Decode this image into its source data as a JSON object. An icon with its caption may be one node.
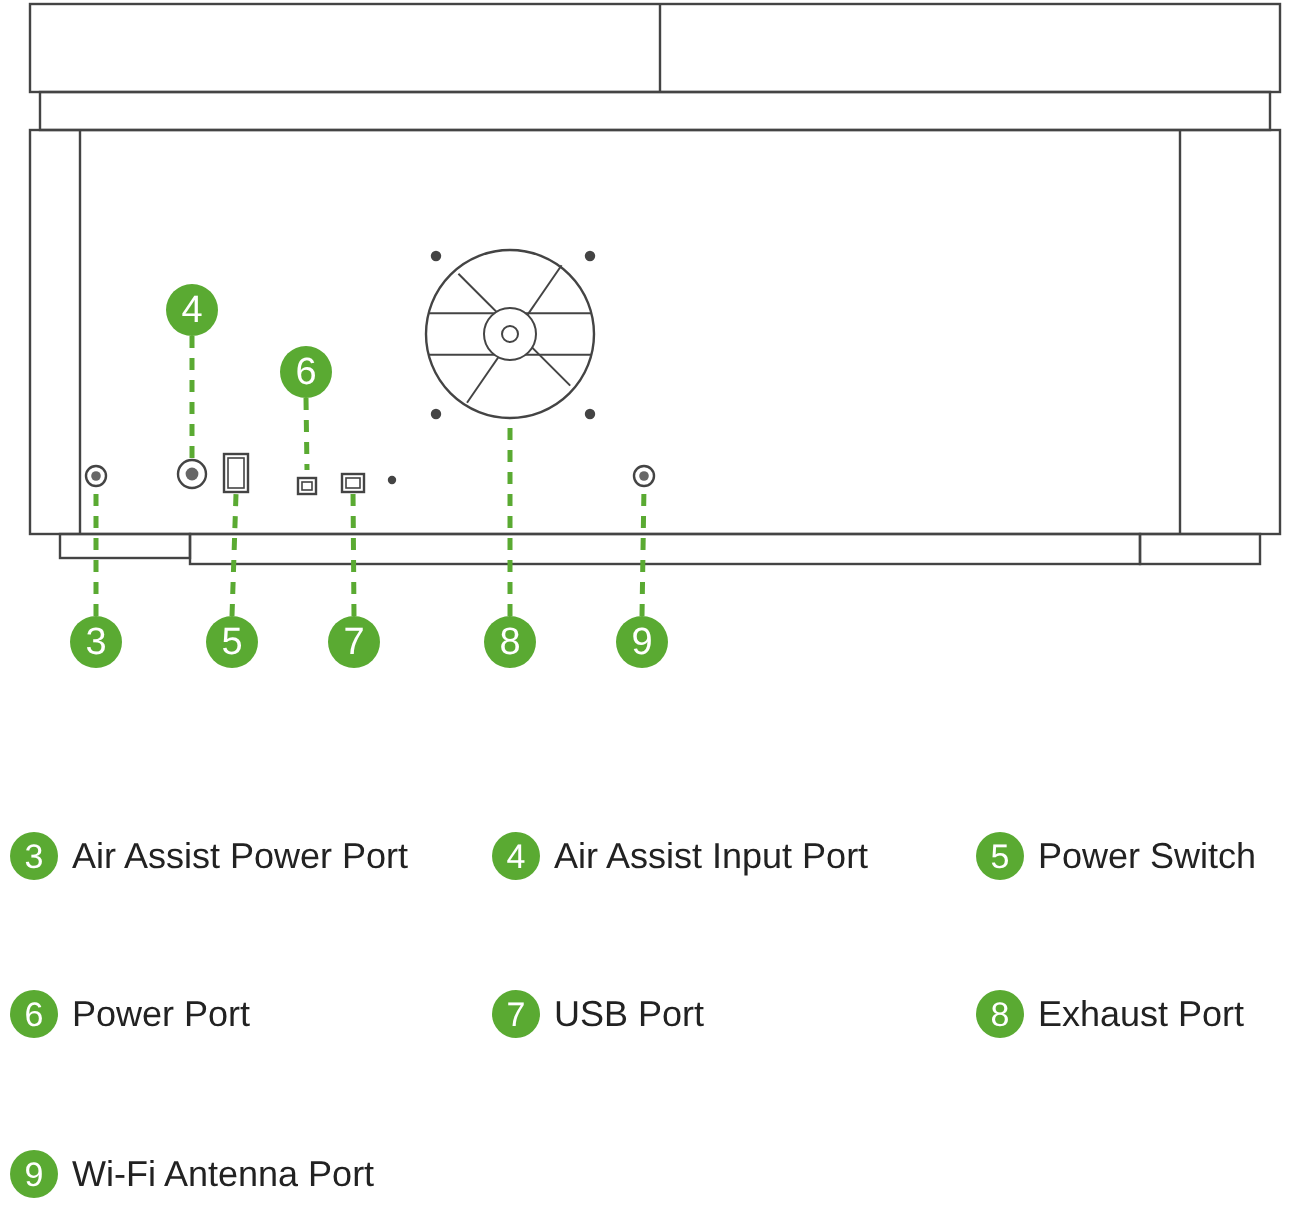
{
  "diagram": {
    "nodes": [
      {
        "text": [
          "3"
        ]
      },
      {
        "text": [
          "4"
        ]
      },
      {
        "text": [
          "5"
        ]
      },
      {
        "text": [
          "6"
        ]
      },
      {
        "text": [
          "7"
        ]
      },
      {
        "text": [
          "8"
        ]
      },
      {
        "text": [
          "9"
        ]
      },
      {
        "text": [],
        "shape": "circle"
      },
      {
        "text": [],
        "shape": "circle"
      },
      {
        "text": [],
        "shape": "box"
      },
      {
        "text": [],
        "shape": "box"
      },
      {
        "text": [],
        "shape": "box"
      },
      {
        "text": [],
        "shape": "circle"
      },
      {
        "text": [],
        "shape": "circle"
      },
      {
        "text": [
          "3"
        ],
        "beside": [
          "Air Assist Power Port"
        ]
      },
      {
        "text": [
          "4"
        ],
        "beside": [
          "Air Assist Input Port"
        ]
      },
      {
        "text": [
          "5"
        ],
        "beside": [
          "Power Switch"
        ]
      },
      {
        "text": [
          "6"
        ],
        "beside": [
          "Power Port"
        ]
      },
      {
        "text": [
          "7"
        ],
        "beside": [
          "USB Port"
        ]
      },
      {
        "text": [
          "8"
        ],
        "beside": [
          "Exhaust Port"
        ]
      },
      {
        "text": [
          "9"
        ],
        "beside": [
          "Wi-Fi Antenna Port"
        ]
      }
    ],
    "edges": [
      {
        "from": 0,
        "to": 7,
        "arrow": "none",
        "style": "dashed"
      },
      {
        "from": 1,
        "to": 8,
        "arrow": "none",
        "style": "dashed"
      },
      {
        "from": 2,
        "to": 9,
        "arrow": "none",
        "style": "dashed"
      },
      {
        "from": 3,
        "to": 10,
        "arrow": "none",
        "style": "dashed"
      },
      {
        "from": 4,
        "to": 11,
        "arrow": "none",
        "style": "dashed"
      },
      {
        "from": 5,
        "to": 12,
        "arrow": "none",
        "style": "dashed"
      },
      {
        "from": 6,
        "to": 13,
        "arrow": "none",
        "style": "dashed"
      }
    ]
  }
}
